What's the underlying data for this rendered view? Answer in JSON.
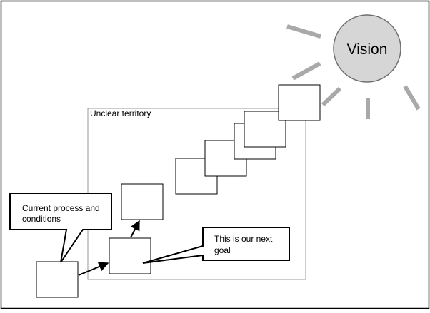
{
  "vision": {
    "label": "Vision",
    "fill": "#d6d6d6",
    "stroke": "#6f6f6f",
    "ray_color": "#a9a9a9"
  },
  "territory": {
    "label": "Unclear territory",
    "stroke": "#999999"
  },
  "callouts": {
    "current": {
      "line1": "Current process and",
      "line2": "conditions"
    },
    "next": {
      "line1": "This is our next",
      "line2": "goal"
    }
  },
  "colors": {
    "frame": "#000000",
    "box_stroke": "#000000",
    "box_fill": "#ffffff",
    "arrow": "#000000"
  }
}
